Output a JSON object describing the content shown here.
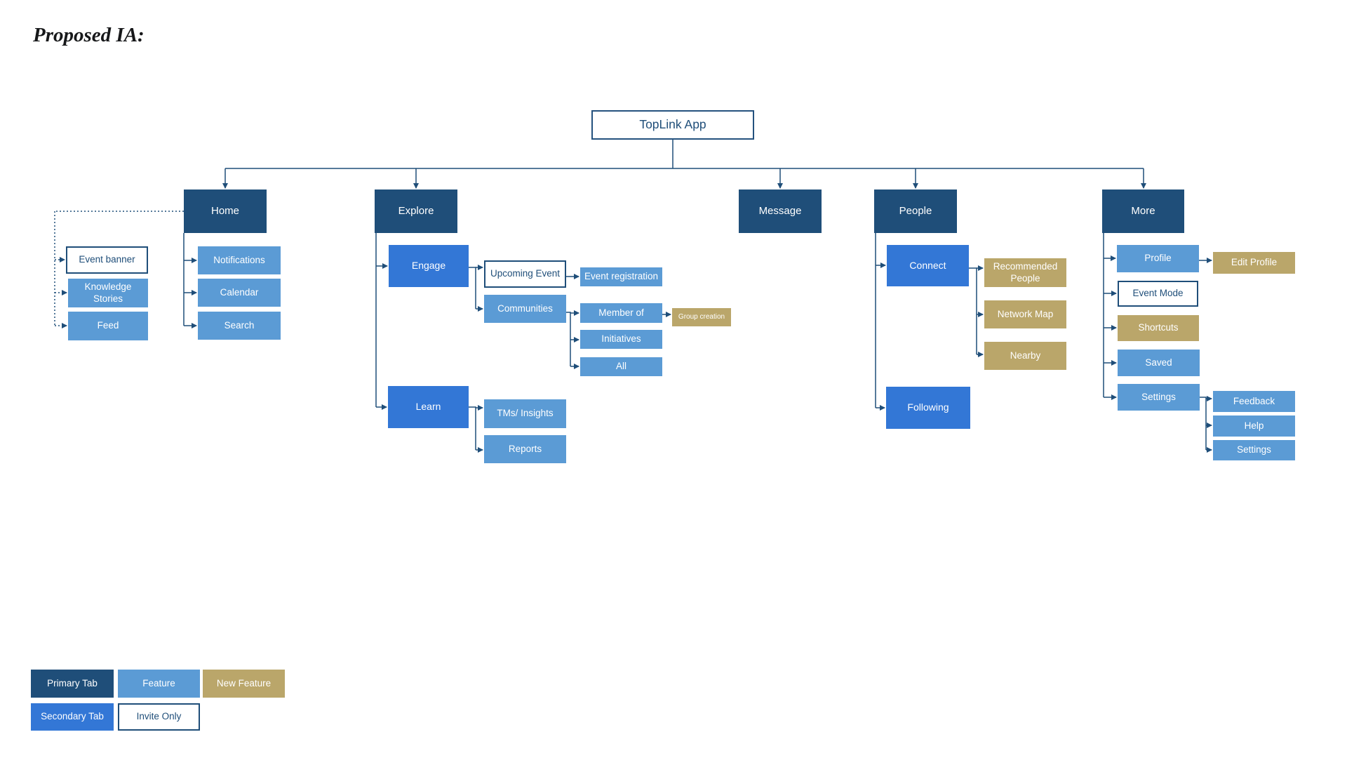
{
  "title": "Proposed IA:",
  "colors": {
    "primary_tab": "#1F4E79",
    "feature": "#5B9BD5",
    "secondary_tab": "#3377D6",
    "new_feature": "#BAA66A",
    "invite_border": "#1F4E79",
    "connector": "#1F4E79"
  },
  "diagram": {
    "root": {
      "label": "TopLink App"
    },
    "home": {
      "label": "Home",
      "event_banner": "Event banner",
      "knowledge_stories": "Knowledge Stories",
      "feed": "Feed",
      "notifications": "Notifications",
      "calendar": "Calendar",
      "search": "Search"
    },
    "explore": {
      "label": "Explore",
      "engage": "Engage",
      "upcoming_event": "Upcoming Event",
      "event_registration": "Event registration",
      "communities": "Communities",
      "member_of": "Member of",
      "group_creation": "Group creation",
      "initiatives": "Initiatives",
      "all": "All",
      "learn": "Learn",
      "tms_insights": "TMs/ Insights",
      "reports": "Reports"
    },
    "message": {
      "label": "Message"
    },
    "people": {
      "label": "People",
      "connect": "Connect",
      "recommended_people": "Recommended People",
      "network_map": "Network Map",
      "nearby": "Nearby",
      "following": "Following"
    },
    "more": {
      "label": "More",
      "profile": "Profile",
      "edit_profile": "Edit Profile",
      "event_mode": "Event Mode",
      "shortcuts": "Shortcuts",
      "saved": "Saved",
      "settings": "Settings",
      "feedback": "Feedback",
      "help": "Help",
      "settings_item": "Settings"
    }
  },
  "legend": {
    "primary_tab": "Primary Tab",
    "feature": "Feature",
    "new_feature": "New Feature",
    "secondary_tab": "Secondary Tab",
    "invite_only": "Invite Only"
  }
}
